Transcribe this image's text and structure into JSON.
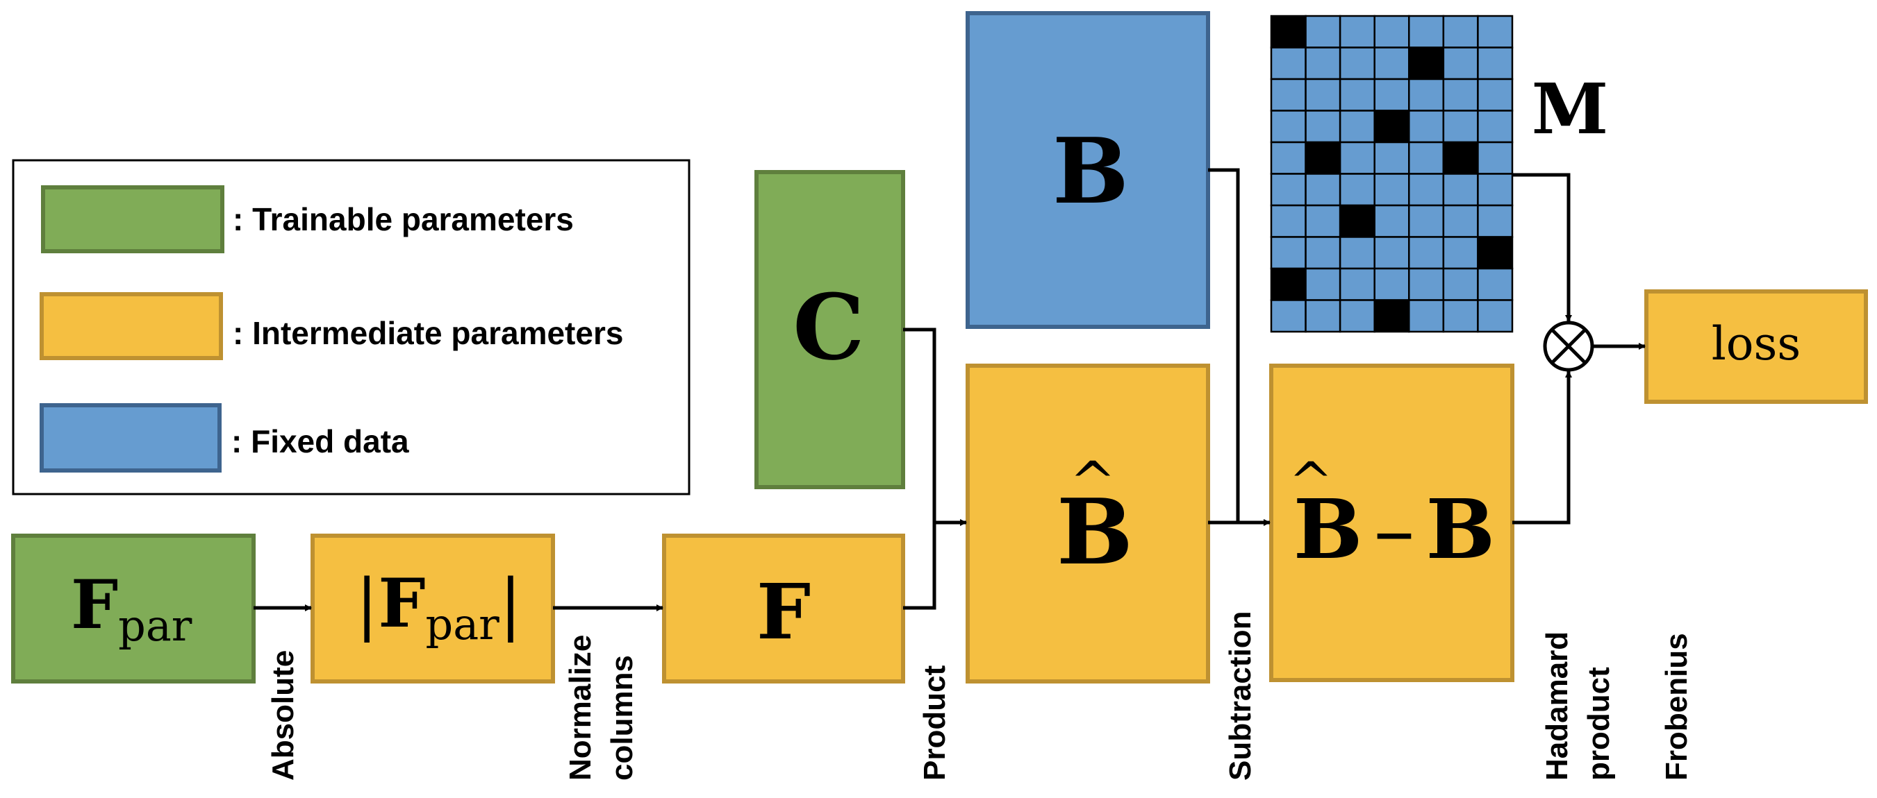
{
  "colors": {
    "trainable_fill": "#80AC57",
    "trainable_stroke": "#5F7F3D",
    "intermediate_fill": "#F5BF41",
    "intermediate_stroke": "#BE9131",
    "fixed_fill": "#669CD0",
    "fixed_stroke": "#3E648E",
    "mask_black": "#000000"
  },
  "legend": {
    "trainable": ": Trainable parameters",
    "intermediate": ": Intermediate parameters",
    "fixed": ": Fixed data"
  },
  "nodes": {
    "fpar_main": "F",
    "fpar_sub": "par",
    "abs_left": "|",
    "abs_main": "F",
    "abs_sub": "par",
    "abs_right": "|",
    "f": "F",
    "c": "C",
    "b": "B",
    "bhat": "B",
    "diff_left": "B",
    "diff_op": "–",
    "diff_right": "B",
    "m": "M",
    "hadamard_symbol": "⊗",
    "loss": "loss"
  },
  "operations": {
    "absolute": "Absolute",
    "normalize_1": "Normalize",
    "normalize_2": "columns",
    "product": "Product",
    "subtraction": "Subtraction",
    "hadamard_1": "Hadamard",
    "hadamard_2": "product",
    "frobenius": "Frobenius"
  },
  "mask_grid": {
    "rows": 10,
    "cols": 7,
    "black_cells": [
      [
        0,
        0
      ],
      [
        1,
        4
      ],
      [
        3,
        3
      ],
      [
        4,
        1
      ],
      [
        4,
        5
      ],
      [
        6,
        2
      ],
      [
        7,
        6
      ],
      [
        8,
        0
      ],
      [
        9,
        3
      ]
    ]
  }
}
